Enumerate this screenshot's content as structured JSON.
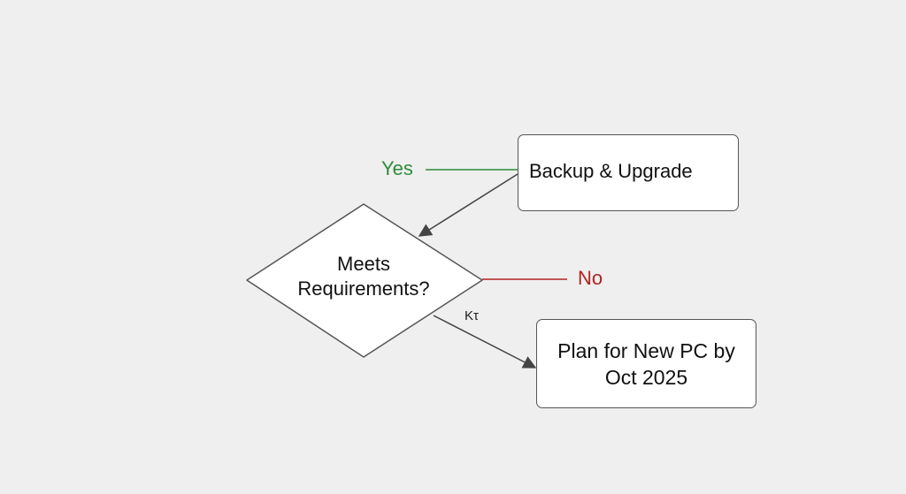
{
  "nodes": {
    "backup": {
      "label": "Backup & Upgrade"
    },
    "decision": {
      "line1": "Meets",
      "line2": "Requirements?"
    },
    "plan": {
      "line1": "Plan for New PC by",
      "line2": "Oct 2025"
    }
  },
  "edges": {
    "yes": {
      "label": "Yes",
      "color": "#2e8b3a"
    },
    "no": {
      "label": "No",
      "color": "#b22222"
    },
    "lower": {
      "label": "Kτ"
    }
  }
}
